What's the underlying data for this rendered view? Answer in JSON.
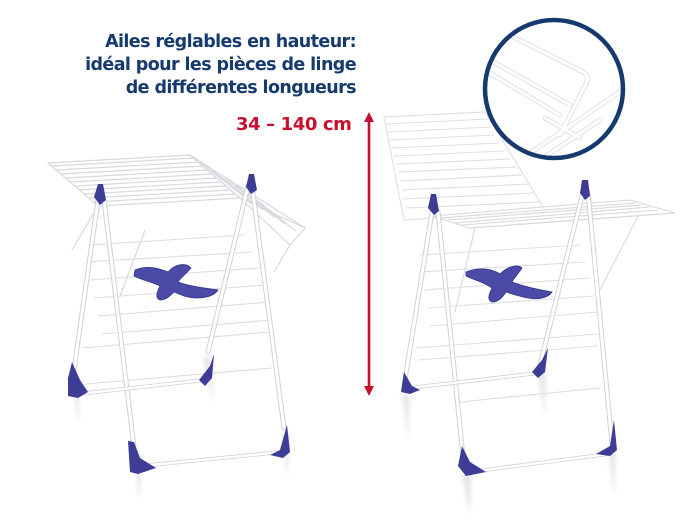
{
  "headline": {
    "lines": [
      "Ailes réglables en hauteur:",
      "idéal pour les pièces de linge",
      "de différentes longueurs"
    ]
  },
  "height_range": {
    "label": "34 – 140 cm"
  },
  "colors": {
    "headline_text": "#163a6e",
    "range_text": "#c8102e",
    "arrow": "#c8102e",
    "detail_circle_border": "#163a6e",
    "plastic_parts": "#3e3d96",
    "frame": "#ffffff",
    "frame_outline": "#d4d6da",
    "background": "#ffffff"
  },
  "products": [
    {
      "name": "drying-rack-wings-down",
      "state": "wings lowered"
    },
    {
      "name": "drying-rack-wings-raised",
      "state": "wing raised"
    }
  ],
  "detail_inset": {
    "subject": "wing hinge close-up"
  }
}
